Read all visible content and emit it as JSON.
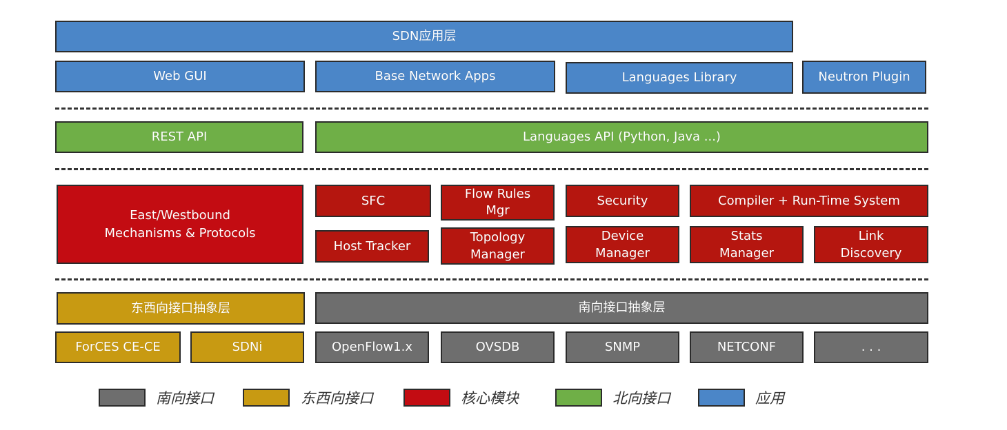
{
  "application_layer": {
    "title": "SDN应用层",
    "apps": [
      "Web GUI",
      "Base Network Apps",
      "Languages Library",
      "Neutron Plugin"
    ]
  },
  "northbound_layer": {
    "rest_api": "REST API",
    "languages_api": "Languages API (Python, Java ...)"
  },
  "core_layer": {
    "east_west": "East/Westbound\nMechanisms & Protocols",
    "sfc": "SFC",
    "flow_rules": "Flow Rules\nMgr",
    "security": "Security",
    "compiler": "Compiler + Run-Time System",
    "host_tracker": "Host Tracker",
    "topology": "Topology\nManager",
    "device": "Device\nManager",
    "stats": "Stats\nManager",
    "link": "Link\nDiscovery"
  },
  "abstraction_layer": {
    "east_west_title": "东西向接口抽象层",
    "south_title": "南向接口抽象层",
    "forces": "ForCES CE-CE",
    "sdni": "SDNi",
    "openflow": "OpenFlow1.x",
    "ovsdb": "OVSDB",
    "snmp": "SNMP",
    "netconf": "NETCONF",
    "more": ". . ."
  },
  "legend": [
    {
      "label": "南向接口",
      "color": "#6e6e6e"
    },
    {
      "label": "东西向接口",
      "color": "#c89a12"
    },
    {
      "label": "核心模块",
      "color": "#c30c12"
    },
    {
      "label": "北向接口",
      "color": "#6faf47"
    },
    {
      "label": "应用",
      "color": "#4b86c8"
    }
  ]
}
